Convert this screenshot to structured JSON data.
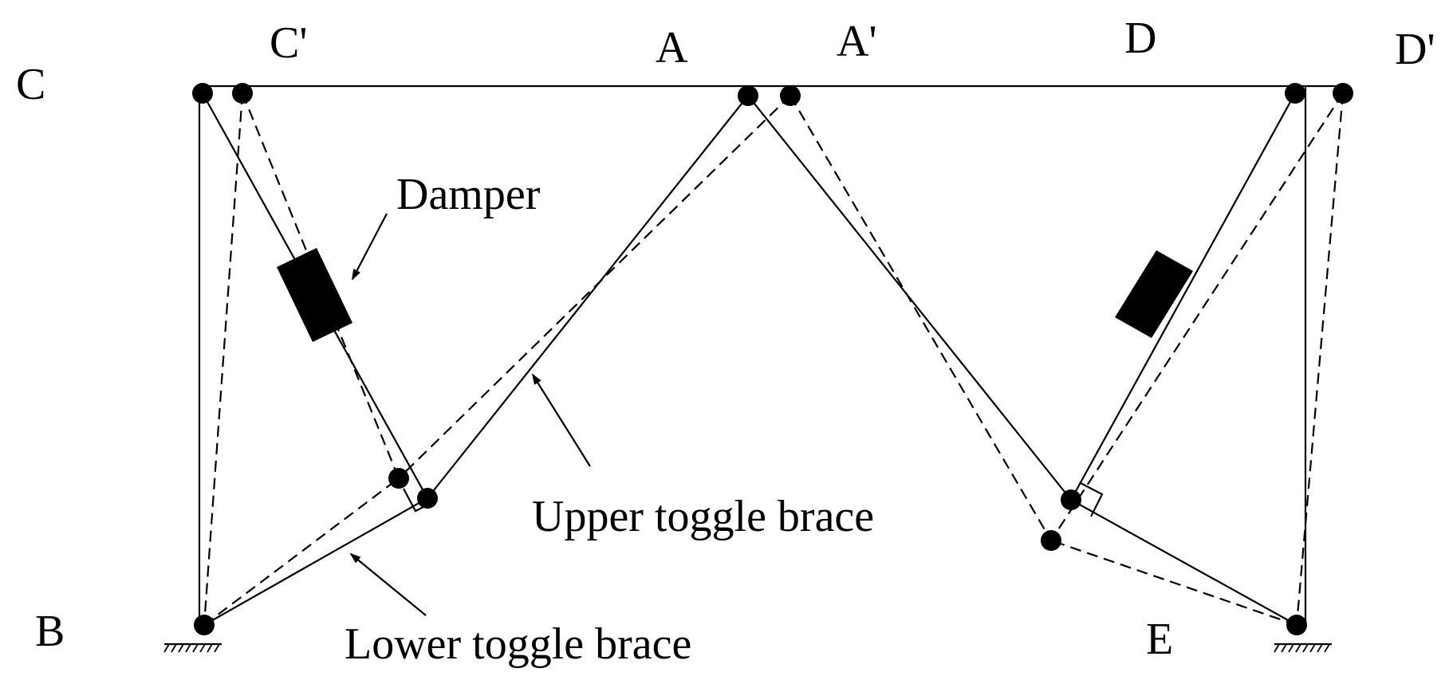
{
  "points": {
    "c": "C",
    "c_prime": "C'",
    "a": "A",
    "a_prime": "A'",
    "d": "D",
    "d_prime": "D'",
    "b": "B",
    "e": "E"
  },
  "captions": {
    "damper": "Damper",
    "upper_toggle_brace": "Upper toggle brace",
    "lower_toggle_brace": "Lower toggle brace"
  }
}
